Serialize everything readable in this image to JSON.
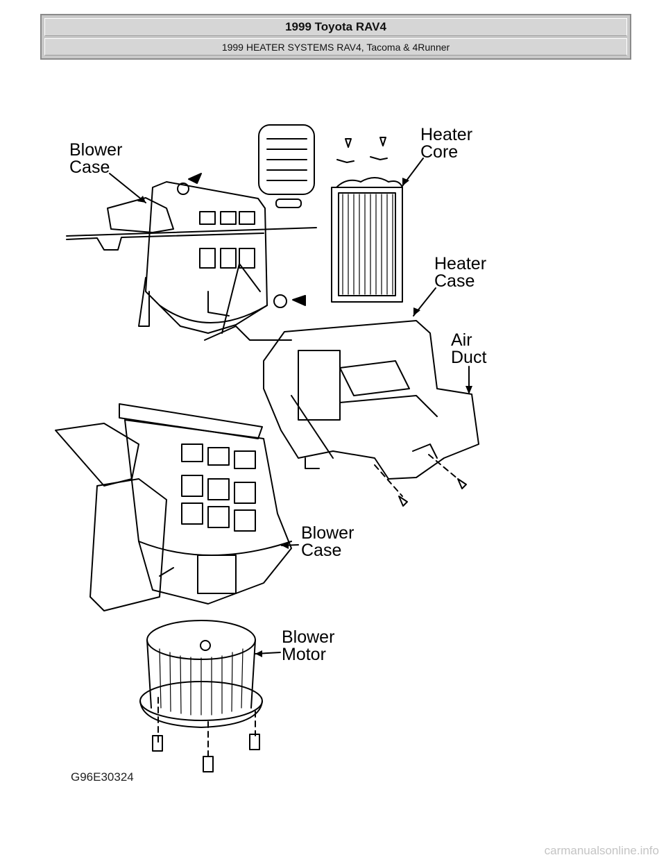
{
  "header": {
    "title": "1999 Toyota RAV4",
    "subtitle": "1999 HEATER SYSTEMS RAV4, Tacoma & 4Runner"
  },
  "labels": {
    "blower_case_top": "Blower\nCase",
    "heater_core": "Heater\nCore",
    "heater_case": "Heater\nCase",
    "air_duct": "Air\nDuct",
    "blower_case_mid": "Blower\nCase",
    "blower_motor": "Blower\nMotor"
  },
  "figure_id": "G96E30324",
  "watermark": "carmanualsonline.info"
}
